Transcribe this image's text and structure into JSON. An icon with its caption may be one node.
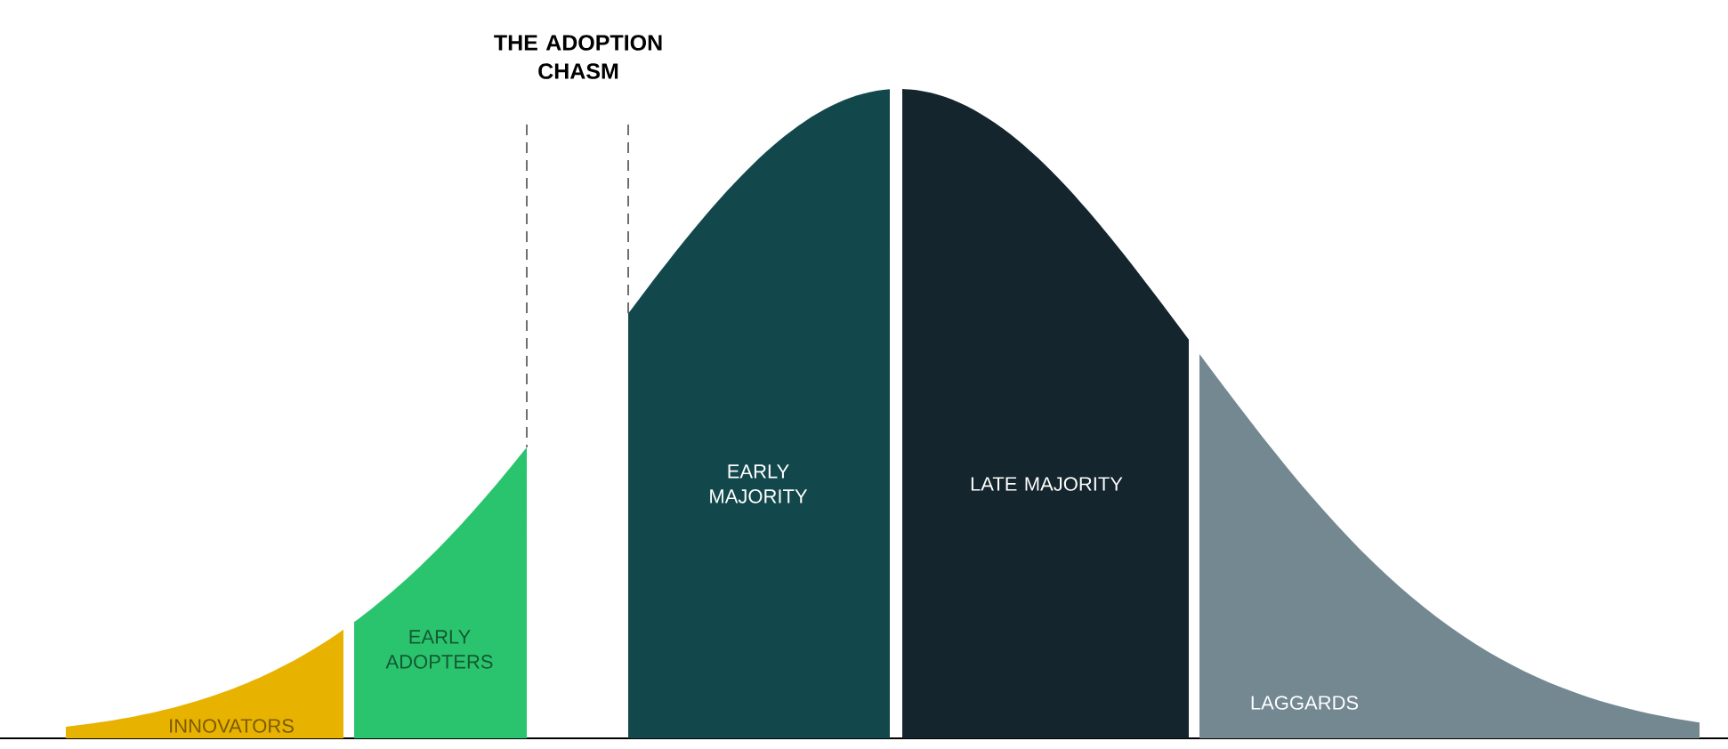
{
  "diagram": {
    "nodes": [
      {
        "text": [
          "INNOVATORS"
        ]
      },
      {
        "text": [
          "EARLY ADOPTERS"
        ]
      },
      {
        "text": [
          "EARLY MAJORITY"
        ]
      },
      {
        "text": [
          "LATE MAJORITY"
        ]
      },
      {
        "text": [
          "LAGGARDS"
        ]
      }
    ],
    "labels": [
      "THE ADOPTION CHASM"
    ]
  }
}
